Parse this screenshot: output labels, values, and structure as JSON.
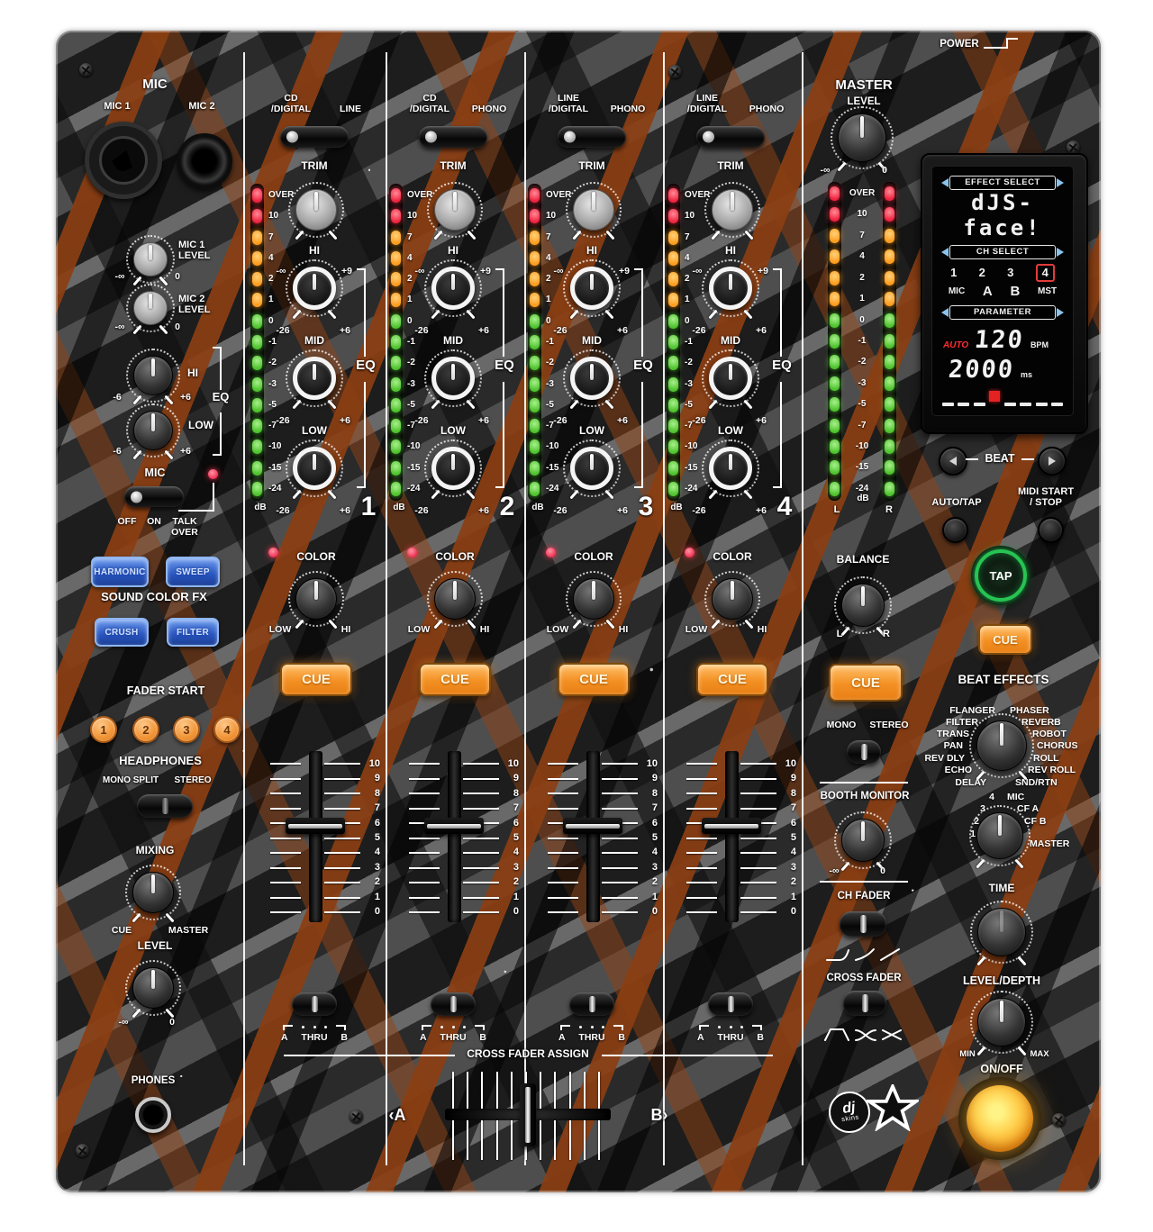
{
  "colors": {
    "skin_orange": "#8a3d12",
    "cue_orange": "#f59b2e",
    "fx_blue": "#3a6fd8",
    "led_red": "#ef2440",
    "led_amber": "#ff9c1e",
    "led_green": "#4fc32e",
    "tap_green": "#27c353",
    "onoff_glow": "#ffb300",
    "lcd_red": "#e52222"
  },
  "frame": {
    "power": "POWER"
  },
  "mic": {
    "title": "MIC",
    "mic1": "MIC 1",
    "mic2": "MIC 2",
    "mic1_level": "MIC 1\nLEVEL",
    "mic2_level": "MIC 2\nLEVEL",
    "level_min": "-∞",
    "level_max": "0",
    "hi": "HI",
    "low": "LOW",
    "eq": "EQ",
    "eq_min": "-6",
    "eq_max": "+6",
    "switch_label": "MIC",
    "off": "OFF",
    "on": "ON",
    "talk_over": "TALK\nOVER"
  },
  "sound_color_fx": {
    "title": "SOUND COLOR FX",
    "harmonic": "HARMONIC",
    "sweep": "SWEEP",
    "crush": "CRUSH",
    "filter": "FILTER"
  },
  "fader_start": {
    "title": "FADER START",
    "buttons": [
      "1",
      "2",
      "3",
      "4"
    ]
  },
  "headphones": {
    "title": "HEADPHONES",
    "mono_split": "MONO SPLIT",
    "stereo": "STEREO",
    "mixing": "MIXING",
    "cue": "CUE",
    "master": "MASTER",
    "level": "LEVEL",
    "min": "-∞",
    "max": "0",
    "phones": "PHONES"
  },
  "strip": {
    "trim": "TRIM",
    "trim_min": "-∞",
    "trim_max": "+9",
    "hi": "HI",
    "mid": "MID",
    "low": "LOW",
    "eq": "EQ",
    "eq_min": "-26",
    "eq_max": "+6",
    "color": "COLOR",
    "color_min": "LOW",
    "color_max": "HI",
    "cue": "CUE",
    "fader_scale": [
      "10",
      "9",
      "8",
      "7",
      "6",
      "5",
      "4",
      "3",
      "2",
      "1",
      "0"
    ],
    "assign_a": "A",
    "assign_thru": "THRU",
    "assign_b": "B"
  },
  "channels": [
    {
      "number": "1",
      "input_left": "CD\n/DIGITAL",
      "input_right": "LINE"
    },
    {
      "number": "2",
      "input_left": "CD\n/DIGITAL",
      "input_right": "PHONO"
    },
    {
      "number": "3",
      "input_left": "LINE\n/DIGITAL",
      "input_right": "PHONO"
    },
    {
      "number": "4",
      "input_left": "LINE\n/DIGITAL",
      "input_right": "PHONO"
    }
  ],
  "meter": {
    "scale": [
      "OVER",
      "10",
      "7",
      "4",
      "2",
      "1",
      "0",
      "-1",
      "-2",
      "-3",
      "-5",
      "-7",
      "-10",
      "-15",
      "-24"
    ],
    "db": "dB",
    "left": "L",
    "right": "R"
  },
  "master": {
    "title": "MASTER",
    "level": "LEVEL",
    "min": "-∞",
    "max": "0",
    "balance": "BALANCE",
    "bal_l": "L",
    "bal_r": "R",
    "cue": "CUE",
    "mono": "MONO",
    "stereo": "STEREO",
    "booth": "BOOTH MONITOR",
    "booth_min": "-∞",
    "booth_max": "0",
    "ch_fader": "CH FADER",
    "cross_fader": "CROSS FADER"
  },
  "display": {
    "effect_select": "EFFECT SELECT",
    "line1": "dJS-",
    "line2": "face!",
    "ch_select": "CH SELECT",
    "ch1": "1",
    "ch2": "2",
    "ch3": "3",
    "ch4": "4",
    "selected_channel": "4",
    "mic": "MIC",
    "a": "A",
    "b": "B",
    "mst": "MST",
    "parameter": "PARAMETER",
    "auto": "AUTO",
    "bpm_value": "120",
    "bpm_unit": "BPM",
    "ms_value": "2000",
    "ms_unit": "ms"
  },
  "effects": {
    "beat": "BEAT",
    "auto_tap": "AUTO/TAP",
    "midi": "MIDI START\n/ STOP",
    "tap": "TAP",
    "cue": "CUE",
    "title": "BEAT EFFECTS",
    "fx_left": [
      "FLANGER",
      "FILTER",
      "TRANS",
      "PAN",
      "REV DLY",
      "ECHO",
      "DELAY"
    ],
    "fx_right": [
      "PHASER",
      "REVERB",
      "ROBOT",
      "CHORUS",
      "ROLL",
      "REV ROLL",
      "SND/RTN"
    ],
    "ch_left": [
      "4",
      "3",
      "2",
      "1"
    ],
    "ch_right": [
      "MIC",
      "CF A",
      "CF B",
      "MASTER"
    ],
    "time": "TIME",
    "level_depth": "LEVEL/DEPTH",
    "min": "MIN",
    "max": "MAX",
    "on_off": "ON/OFF"
  },
  "crossfader": {
    "title": "CROSS FADER ASSIGN",
    "a": "‹A",
    "b": "B›"
  },
  "brand": {
    "dj": "dj",
    "skins": "skins"
  }
}
